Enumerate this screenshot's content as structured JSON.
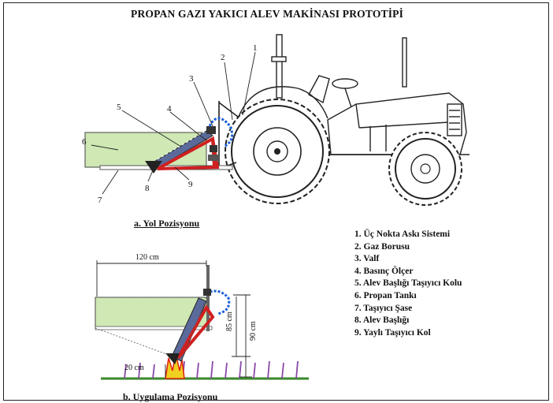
{
  "title": "PROPAN GAZI YAKICI ALEV MAKİNASI PROTOTİPİ",
  "captions": {
    "road": "a. Yol Pozisyonu",
    "application": "b. Uygulama Pozisyonu"
  },
  "callout_numbers": [
    "1",
    "2",
    "3",
    "4",
    "5",
    "6",
    "7",
    "8",
    "9"
  ],
  "dimensions": {
    "width": "120 cm",
    "head_height": "85 cm",
    "total_height": "90 cm",
    "ground_clearance": "20 cm"
  },
  "legend": [
    "1. Üç Nokta Askı Sistemi",
    "2. Gaz Borusu",
    "3. Valf",
    "4. Basınç Ölçer",
    "5. Alev Başlığı Taşıyıcı Kolu",
    "6. Propan Tankı",
    "7. Taşıyıcı Şase",
    "8. Alev Başlığı",
    "9. Yaylı Taşıyıcı Kol"
  ],
  "colors": {
    "tank": "#cfe8b4",
    "arm_red": "#d02020",
    "hose_blue": "#1a5fd6",
    "carrier_blue": "#5a6a9a",
    "ground_green": "#3a8a2a",
    "plants_purple": "#8a4aa8",
    "flame_red": "#e02010",
    "flame_yellow": "#f0d020"
  }
}
